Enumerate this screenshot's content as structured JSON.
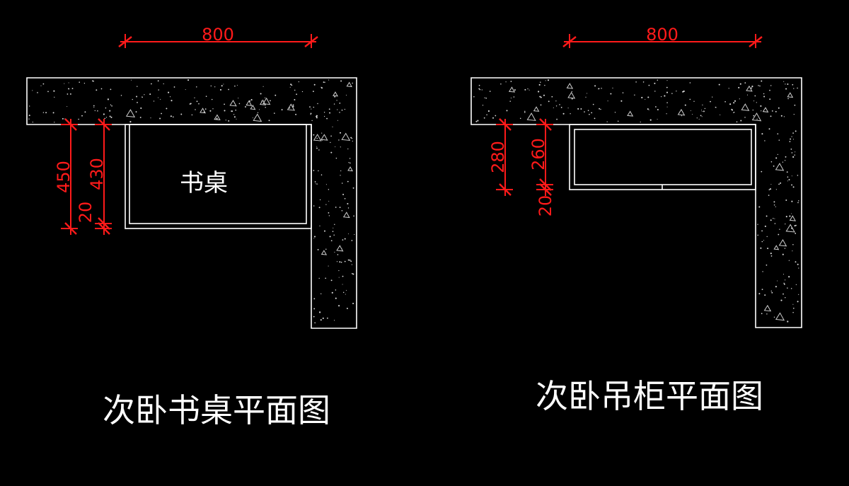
{
  "colors": {
    "background": "#000000",
    "outline": "#ffffff",
    "dimension": "#ff1a1a"
  },
  "plans": [
    {
      "title": "次卧书桌平面图",
      "furniture_label": "书桌",
      "dimensions": {
        "width": "800",
        "left_outer": "450",
        "left_inner": "430",
        "left_gap": "20"
      }
    },
    {
      "title": "次卧吊柜平面图",
      "furniture_label": "",
      "dimensions": {
        "width": "800",
        "left_outer": "280",
        "left_inner": "260",
        "left_gap": "20"
      }
    }
  ]
}
